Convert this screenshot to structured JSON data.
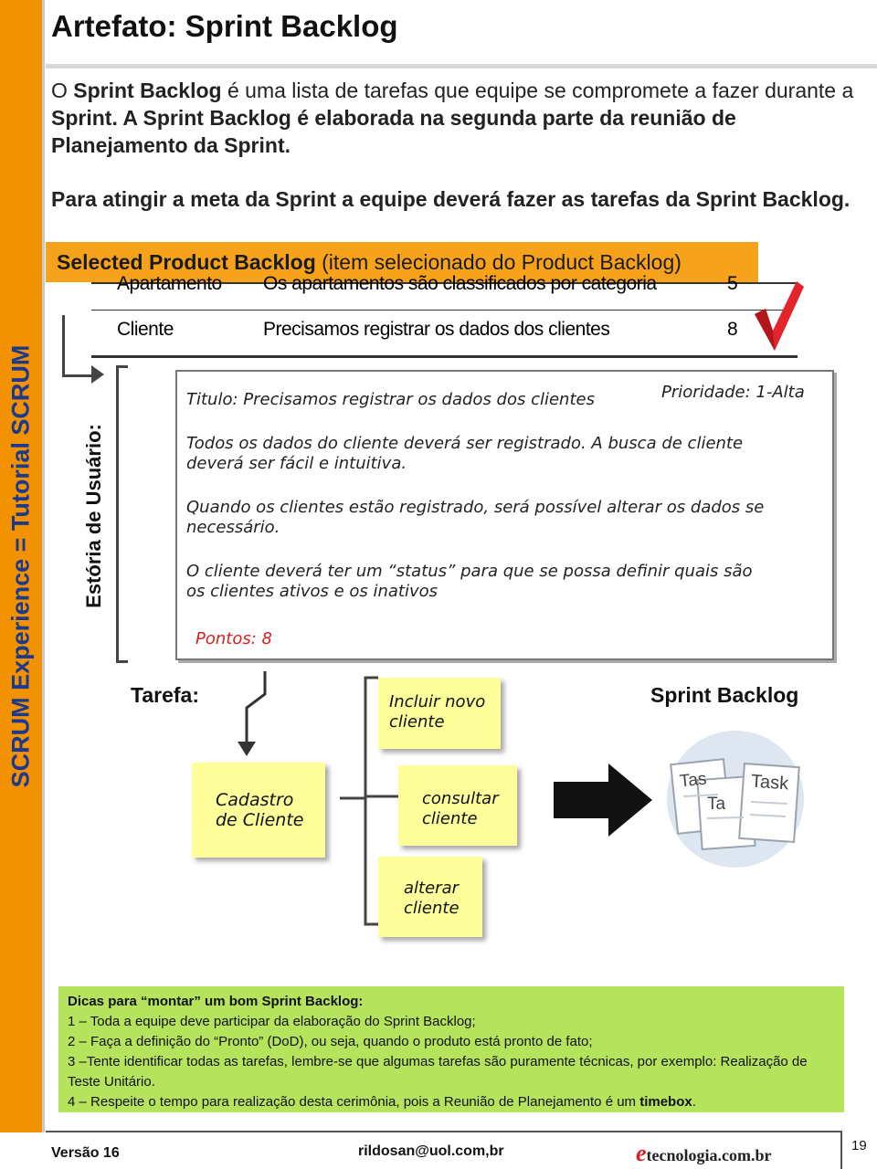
{
  "sidebar": {
    "text": "SCRUM Experience = Tutorial SCRUM"
  },
  "title": "Artefato: Sprint Backlog",
  "intro": {
    "p1_a": "O ",
    "p1_b": "Sprint Backlog",
    "p1_c": " é uma lista de tarefas que equipe se compromete a fazer durante a ",
    "p1_d": "Sprint.  A Sprint Backlog é elaborada na segunda parte da reunião de Planejamento da Sprint."
  },
  "goal": "Para atingir a meta da Sprint a equipe deverá fazer as tarefas da Sprint Backlog.",
  "selected": {
    "bold": "Selected Product Backlog",
    "rest": "  (item selecionado do Product Backlog)"
  },
  "backlog_rows": [
    {
      "item": "Apartamento",
      "desc": "Os apartamentos são classificados por categoria",
      "points": "5"
    },
    {
      "item": "Cliente",
      "desc": "Precisamos registrar os dados dos clientes",
      "points": "8"
    }
  ],
  "story_label": "Estória de Usuário:",
  "story": {
    "title": "Titulo: Precisamos registrar os dados dos clientes",
    "priority": "Prioridade: 1-Alta",
    "p1": "Todos os dados do cliente deverá ser registrado. A busca de cliente deverá ser fácil e intuitiva.",
    "p2": "Quando os clientes estão registrado,  será possível  alterar os dados se necessário.",
    "p3": "O cliente deverá ter um “status” para que se possa definir quais são os clientes ativos e os inativos",
    "points": "Pontos: 8"
  },
  "tarefa_label": "Tarefa:",
  "sprint_backlog_label": "Sprint Backlog",
  "stickies": {
    "cadastro": "Cadastro de Cliente",
    "incluir": "Incluir novo cliente",
    "consultar": "consultar cliente",
    "alterar": "alterar cliente"
  },
  "task_icon": {
    "icon": "task-documents-icon",
    "label_front": "Task",
    "label_back": "Tas",
    "label_mid": "Ta"
  },
  "tips": {
    "head_a": "Dicas para ",
    "head_b": "“montar”",
    "head_c": " um bom Sprint Backlog:",
    "line1": "1 – Toda a equipe deve participar da elaboração do Sprint Backlog;",
    "line2": "2 – Faça a definição do “Pronto” (DoD), ou seja, quando o produto está pronto de  fato;",
    "line3": "3 –Tente identificar todas as tarefas, lembre-se que algumas tarefas são puramente técnicas, por exemplo: Realização de Teste Unitário.",
    "line4_a": "4 – Respeite o tempo para realização desta cerimônia, pois a Reunião de  Planejamento é um ",
    "line4_b": "timebox",
    "line4_c": "."
  },
  "footer": {
    "version": "Versão 16",
    "email": "rildosan@uol.com,br",
    "brand_e": "e",
    "brand_rest": "tecnologia.com.br",
    "page": "19"
  },
  "colors": {
    "sidebar": "#f39200",
    "sidebar_text": "#1a3a8f",
    "banner": "#f7a21b",
    "tips": "#b5e35b",
    "sticky": "#fefe9a",
    "points": "#d92020"
  }
}
